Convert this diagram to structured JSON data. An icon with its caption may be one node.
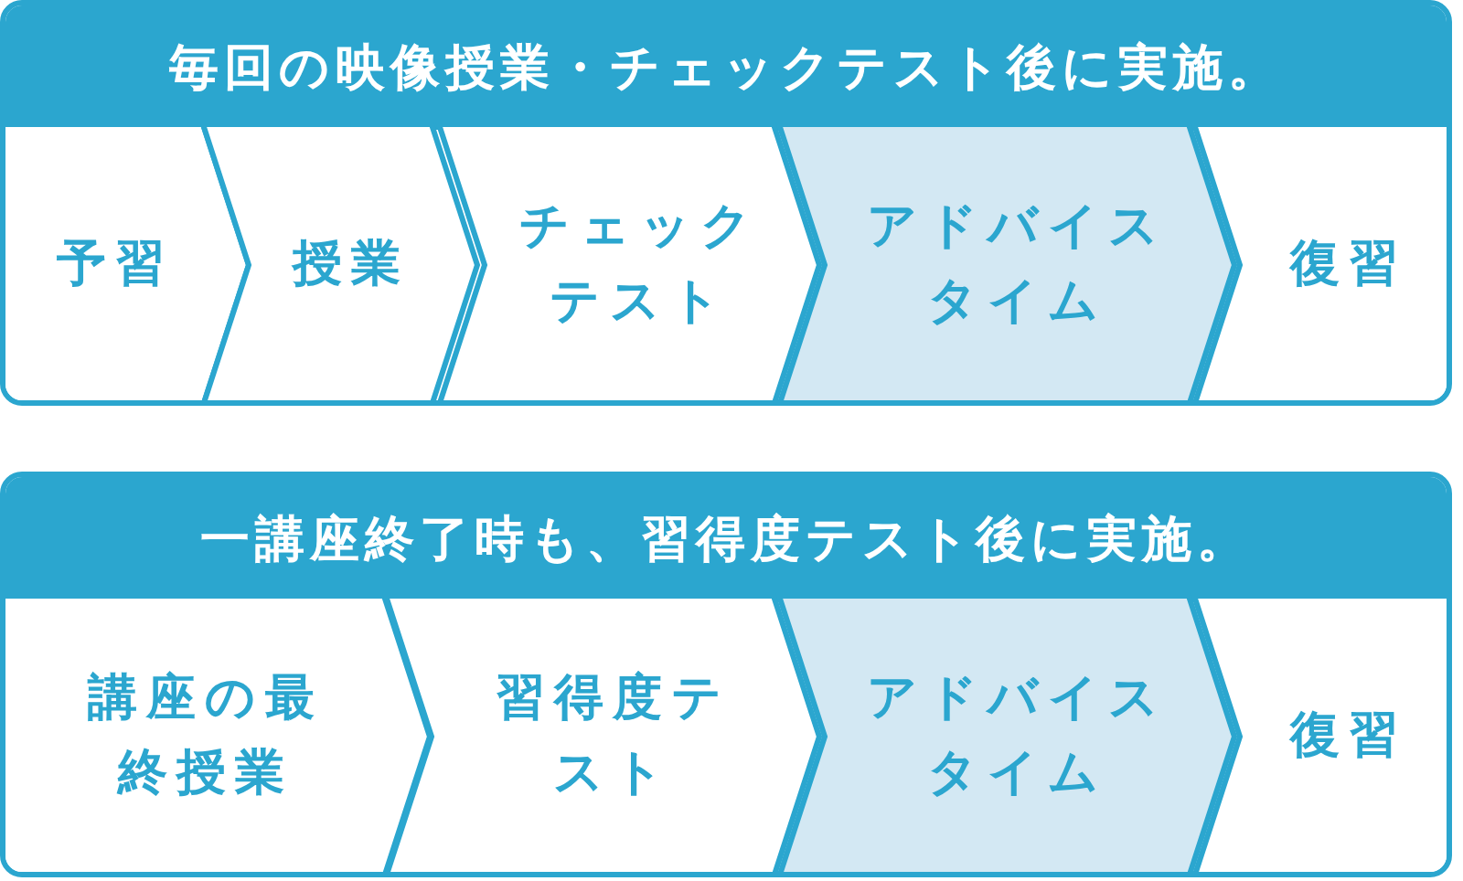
{
  "diagram": {
    "nodes": [
      {
        "text": [
          "毎回の映像授業・チェックテスト後に実施。"
        ]
      },
      {
        "text": [
          "予習"
        ],
        "in": 0
      },
      {
        "text": [
          "授業"
        ],
        "in": 0
      },
      {
        "text": [
          "チェックテスト"
        ],
        "in": 0
      },
      {
        "text": [
          "アドバイスタイム"
        ],
        "in": 0
      },
      {
        "text": [
          "復習"
        ],
        "in": 0
      },
      {
        "text": [
          "一講座終了時も、習得度テスト後に実施。"
        ]
      },
      {
        "text": [
          "講座の最終授業"
        ],
        "in": 6
      },
      {
        "text": [
          "習得度テスト"
        ],
        "in": 6
      },
      {
        "text": [
          "アドバイスタイム"
        ],
        "in": 6
      },
      {
        "text": [
          "復習"
        ],
        "in": 6
      }
    ]
  }
}
